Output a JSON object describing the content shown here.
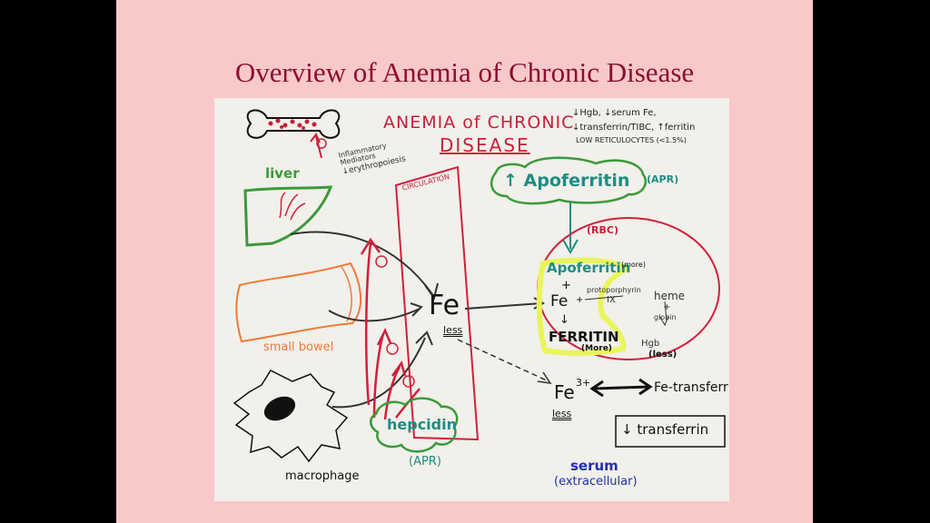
{
  "slide": {
    "title": "Overview of Anemia of Chronic Disease"
  },
  "diagram": {
    "main_title_line1": "ANEMIA of CHRONIC",
    "main_title_line2": "DISEASE",
    "labs_line1": "↓Hgb, ↓serum Fe,",
    "labs_line2": "↓transferrin/TIBC, ↑ferritin",
    "labs_line3": "LOW RETICULOCYTES (<1.5%)",
    "inflammatory_line1": "Inflammatory",
    "inflammatory_line2": "Mediators",
    "inflammatory_line3": "↓erythropoiesis",
    "liver": "liver",
    "small_bowel": "small bowel",
    "macrophage": "macrophage",
    "circulation": "CIRCULATION",
    "fe_center": "Fe",
    "fe_center_less": "less",
    "hepcidin": "hepcidin",
    "hepcidin_apr": "(APR)",
    "apoferritin_top": "↑ Apoferritin",
    "apoferritin_top_apr": "(APR)",
    "rbc": "(RBC)",
    "apoferritin_rbc": "Apoferritin",
    "apoferritin_more": "(more)",
    "plus1": "+",
    "fe_rbc": "Fe",
    "plus_small": "+",
    "protoporphyrin": "protoporphyrin",
    "ix": "IX",
    "heme": "heme",
    "plus_heme": "+",
    "globin": "globin",
    "down_arrow1": "↓",
    "ferritin": "FERRITIN",
    "ferritin_more": "(More)",
    "hgb": "Hgb",
    "hgb_less": "(less)",
    "fe3": "Fe",
    "fe3_sup": "3+",
    "fe3_less": "less",
    "fe_transferrin": "Fe-transferrin",
    "down_transferrin": "↓ transferrin",
    "serum": "serum",
    "extracellular": "(extracellular)",
    "minus": "⊖"
  },
  "colors": {
    "slide_bg": "#f9c8c8",
    "title": "#8b1030",
    "red_marker": "#d0203c",
    "green_marker": "#3b9a3b",
    "teal_marker": "#1e8d82",
    "orange_marker": "#f07a3a",
    "blue_marker": "#2030b0",
    "highlighter_yellow": "#e9f55a"
  }
}
